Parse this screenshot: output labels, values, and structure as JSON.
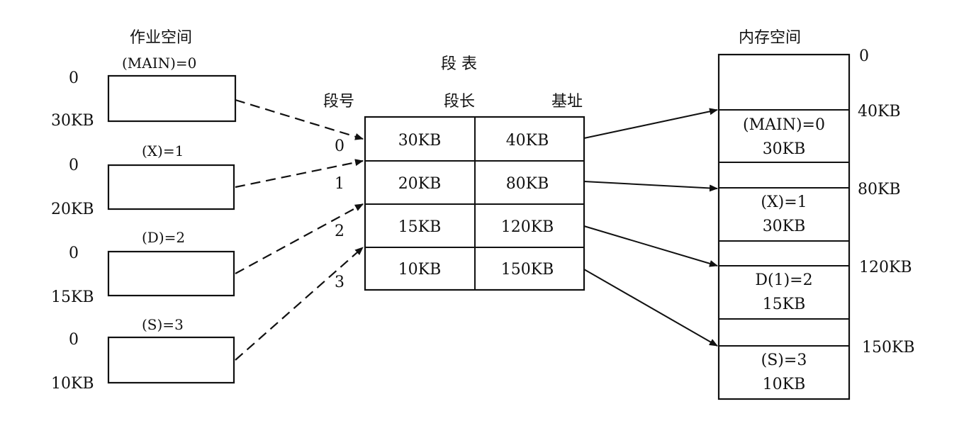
{
  "job_space": {
    "title": "作业空间",
    "segments": [
      {
        "name": "(MAIN)=0",
        "start": "0",
        "end": "30KB"
      },
      {
        "name": "(X)=1",
        "start": "0",
        "end": "20KB"
      },
      {
        "name": "(D)=2",
        "start": "0",
        "end": "15KB"
      },
      {
        "name": "(S)=3",
        "start": "0",
        "end": "10KB"
      }
    ]
  },
  "segment_table": {
    "title": "段 表",
    "headers": {
      "seg_no": "段号",
      "length": "段长",
      "base": "基址"
    },
    "rows": [
      {
        "seg_no": "0",
        "length": "30KB",
        "base": "40KB"
      },
      {
        "seg_no": "1",
        "length": "20KB",
        "base": "80KB"
      },
      {
        "seg_no": "2",
        "length": "15KB",
        "base": "120KB"
      },
      {
        "seg_no": "3",
        "length": "10KB",
        "base": "150KB"
      }
    ]
  },
  "memory_space": {
    "title": "内存空间",
    "addresses": [
      "0",
      "40KB",
      "80KB",
      "120KB",
      "150KB"
    ],
    "blocks": [
      {
        "name": "(MAIN)=0",
        "size": "30KB"
      },
      {
        "name": "(X)=1",
        "size": "30KB"
      },
      {
        "name": "D(1)=2",
        "size": "15KB"
      },
      {
        "name": "(S)=3",
        "size": "10KB"
      }
    ]
  }
}
